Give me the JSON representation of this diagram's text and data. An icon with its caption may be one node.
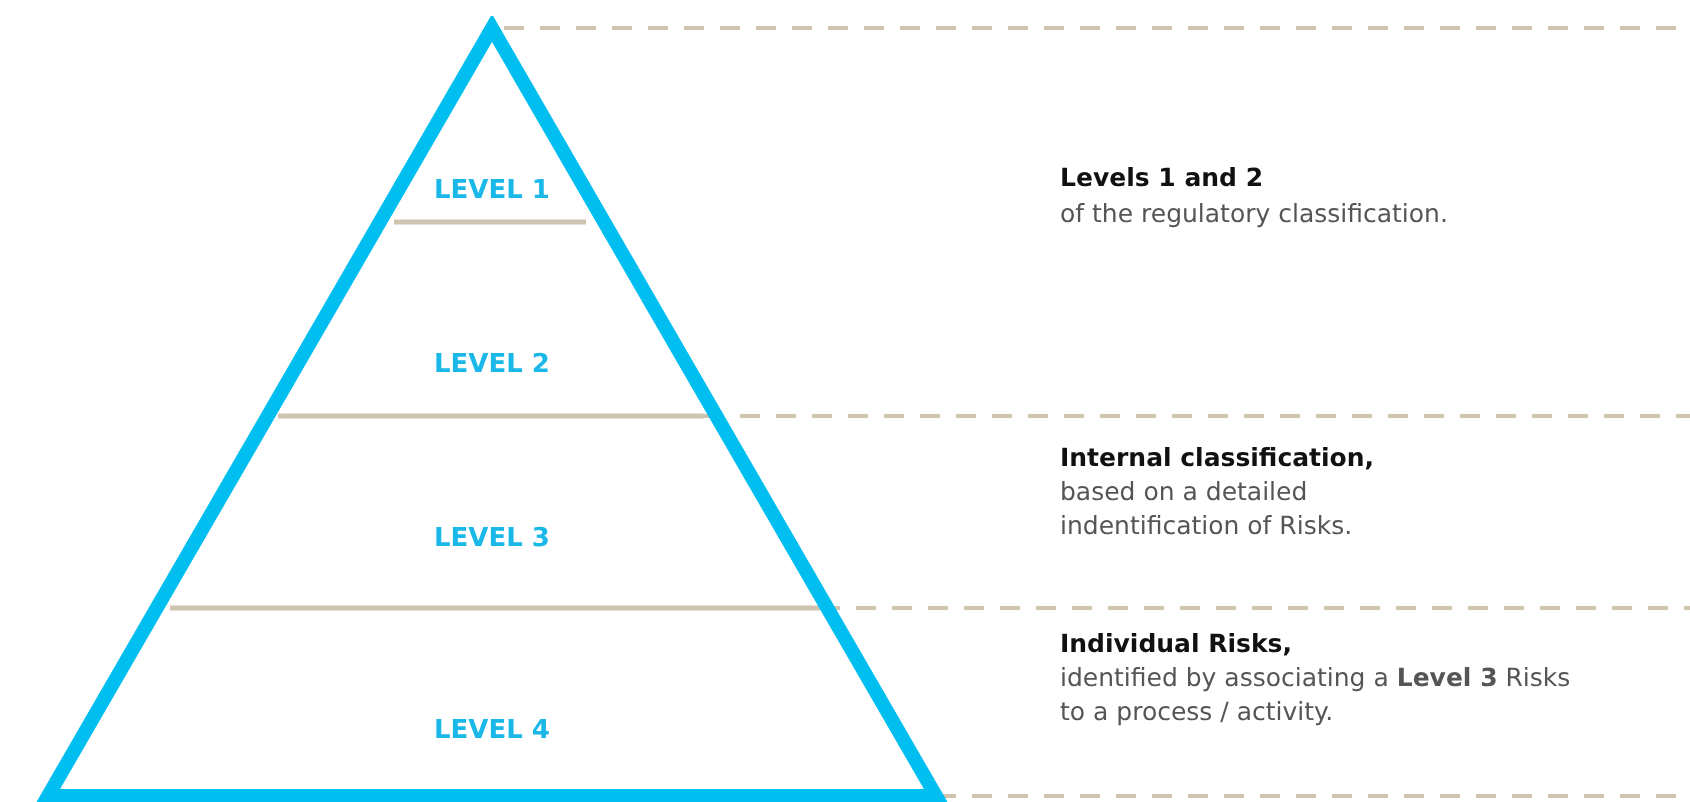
{
  "diagram": {
    "nodes": [
      {
        "text": [],
        "shape": "triangle"
      },
      {
        "text": [
          "LEVEL 1"
        ],
        "in": 0
      },
      {
        "text": [
          "LEVEL 2"
        ],
        "in": 0
      },
      {
        "text": [
          "LEVEL 3"
        ],
        "in": 0
      },
      {
        "text": [
          "LEVEL 4"
        ],
        "in": 0
      }
    ],
    "labels": [
      "Levels 1 and 2",
      "of the regulatory classification.",
      "Internal classification,",
      "based on a detailed indentification of Risks.",
      "Individual Risks,",
      "identified by associating a **Level 3** Risks to a process / activity."
    ]
  }
}
